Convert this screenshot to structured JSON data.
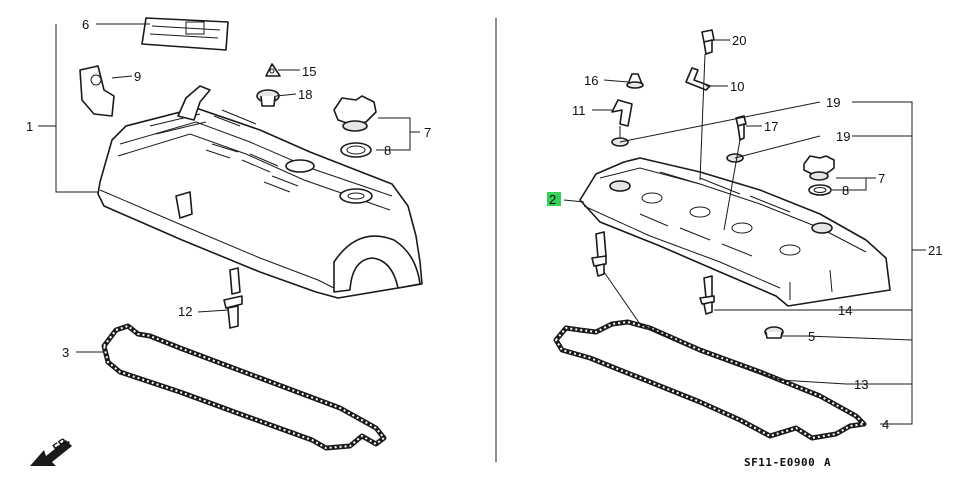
{
  "diagram": {
    "code": "SF11-E0900",
    "code_suffix": "A",
    "front_arrow_label": "FR.",
    "highlight_color": "#34d058",
    "highlighted_part": "2",
    "labels": {
      "l1": "1",
      "l3": "3",
      "l6": "6",
      "l7": "7",
      "l8": "8",
      "l9": "9",
      "l12": "12",
      "l15": "15",
      "l18": "18",
      "r2": "2",
      "r4": "4",
      "r5": "5",
      "r7": "7",
      "r8": "8",
      "r10": "10",
      "r11": "11",
      "r13": "13",
      "r14": "14",
      "r16": "16",
      "r17": "17",
      "r19a": "19",
      "r19b": "19",
      "r20": "20",
      "r21": "21"
    }
  }
}
